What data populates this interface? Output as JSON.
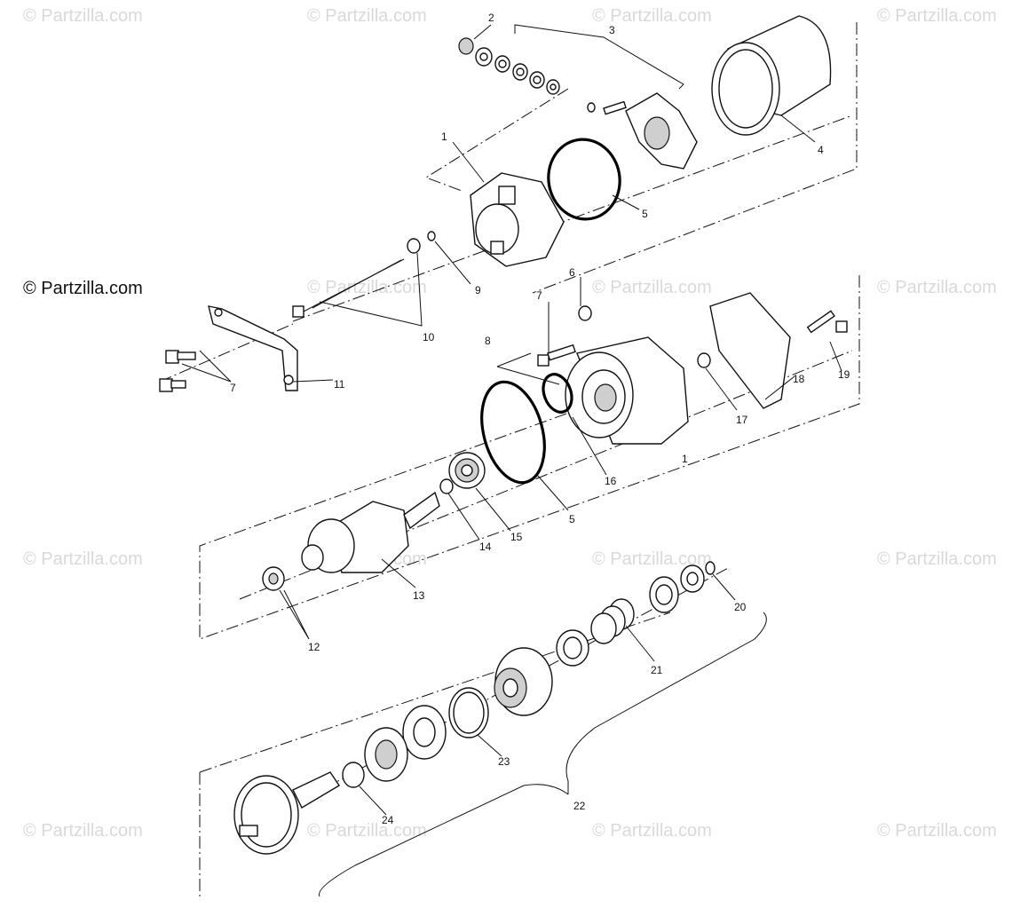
{
  "watermark": "© Partzilla.com",
  "copyright": "© Partzilla.com",
  "callouts": [
    "1",
    "2",
    "3",
    "4",
    "5",
    "1",
    "6",
    "7",
    "8",
    "9",
    "10",
    "11",
    "7",
    "17",
    "18",
    "19",
    "16",
    "5",
    "15",
    "14",
    "13",
    "12",
    "20",
    "21",
    "22",
    "23",
    "24"
  ]
}
